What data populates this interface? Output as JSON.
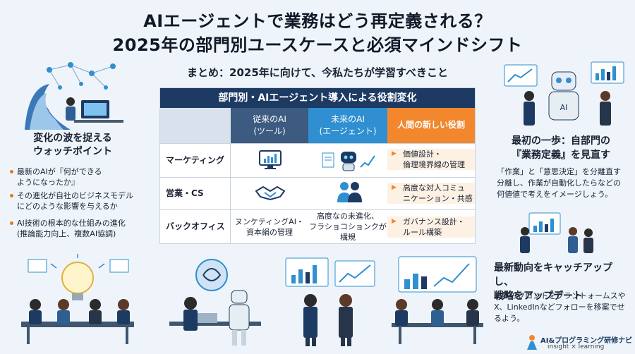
{
  "title": {
    "line1": "AIエージェントで業務はどう再定義される？",
    "line2": "2025年の部門別ユースケースと必須マインドシフト"
  },
  "summary": "まとめ：2025年に向けて、今私たちが学習すべきこと",
  "left": {
    "heading": "変化の波を捉える\nウォッチポイント",
    "bullets": [
      "最新のAIが『何ができる\nようになったか』",
      "その進化が自社のビジネスモデル\nにどのような影響を与えるか",
      "AI技術の根本的な仕組みの進化\n(推論能力向上、複数AI協調)"
    ]
  },
  "table": {
    "header": "部門別・AIエージェント導入による役割変化",
    "columns": [
      "従来のAI\n(ツール)",
      "未来のAI\n(エージェント)",
      "人間の新しい役割"
    ],
    "rows": [
      {
        "label": "マーケティング",
        "col1": "",
        "col2": "",
        "role": "価値設計・\n倫理境界線の管理"
      },
      {
        "label": "営業・CS",
        "col1": "",
        "col2": "",
        "role": "高度な対人コミュ\nニケーション・共感"
      },
      {
        "label": "バックオフィス",
        "col1": "ヌンケティングAI・\n資本絹の管理",
        "col2": "高度なの未進化、\nフラショコションクが\n構規",
        "role": "ガバナンス設計・\nルール構築"
      }
    ]
  },
  "right": {
    "first_heading": "最初の一歩：自部門の\n『業務定義』を見直す",
    "first_text": "「作業」と「意思決定」を分離直す分離し、作業が自動化したらなどの何値値で考えをイメージしょう。",
    "update_heading": "最新動向をキャッチアップし、\n戦略をアップデート",
    "update_text": "業界のフロントをブラントォームスやX、LinkedInなどフォローを移案でせるよう。"
  },
  "logo": {
    "name": "AI&プログラミング研修ナビ",
    "sub": "insight × learning"
  },
  "colors": {
    "navy": "#1d3a63",
    "blue": "#2f8fd1",
    "orange": "#f2872d",
    "background": "#eef4f9"
  }
}
